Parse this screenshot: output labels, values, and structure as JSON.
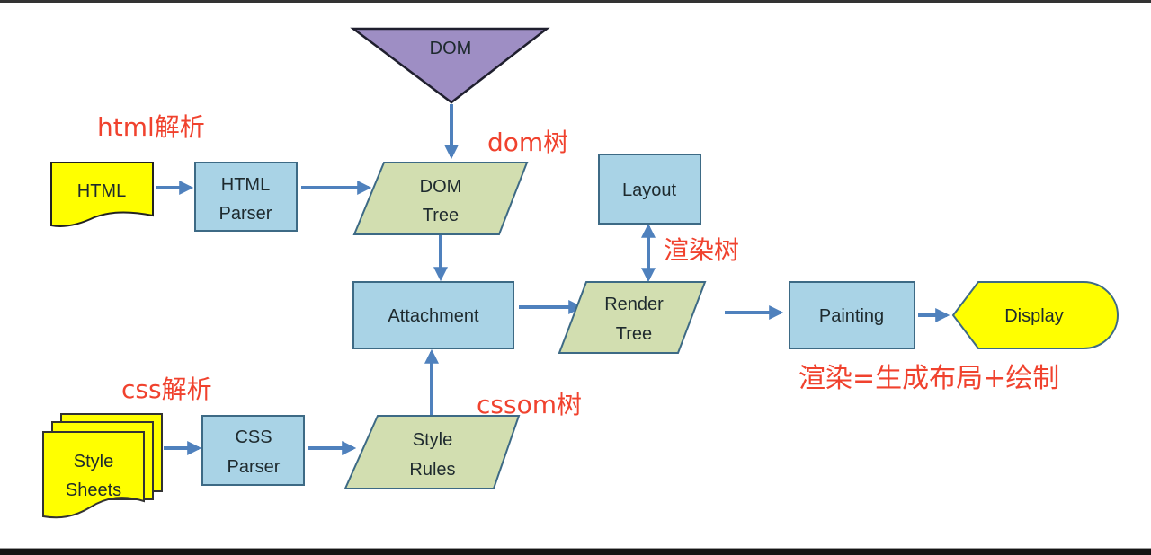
{
  "nodes": {
    "dom_source": "DOM",
    "html_doc": "HTML",
    "html_parser": [
      "HTML",
      "Parser"
    ],
    "dom_tree": [
      "DOM",
      "Tree"
    ],
    "layout": "Layout",
    "attachment": "Attachment",
    "render_tree": [
      "Render",
      "Tree"
    ],
    "painting": "Painting",
    "display": "Display",
    "style_sheets": [
      "Style",
      "Sheets"
    ],
    "css_parser": [
      "CSS",
      "Parser"
    ],
    "style_rules": [
      "Style",
      "Rules"
    ]
  },
  "annotations": {
    "html_parse": "html解析",
    "dom_tree": "dom树",
    "render_tree": "渲染树",
    "render_equation": "渲染=生成布局+绘制",
    "css_parse": "css解析",
    "cssom_tree": "cssom树"
  },
  "edges": [
    {
      "from": "HTML",
      "to": "HTML Parser"
    },
    {
      "from": "HTML Parser",
      "to": "DOM Tree"
    },
    {
      "from": "DOM",
      "to": "DOM Tree"
    },
    {
      "from": "DOM Tree",
      "to": "Attachment"
    },
    {
      "from": "Style Sheets",
      "to": "CSS Parser"
    },
    {
      "from": "CSS Parser",
      "to": "Style Rules"
    },
    {
      "from": "Style Rules",
      "to": "Attachment"
    },
    {
      "from": "Attachment",
      "to": "Render Tree"
    },
    {
      "from": "Layout",
      "to": "Render Tree",
      "bidirectional": true
    },
    {
      "from": "Render Tree",
      "to": "Painting"
    },
    {
      "from": "Painting",
      "to": "Display"
    }
  ],
  "colors": {
    "process_fill": "#a9d3e6",
    "data_fill": "#d2deb0",
    "document_fill": "#ffff00",
    "source_fill": "#9e8ec4",
    "arrow": "#4f81bd",
    "annotation": "#f0422e"
  }
}
